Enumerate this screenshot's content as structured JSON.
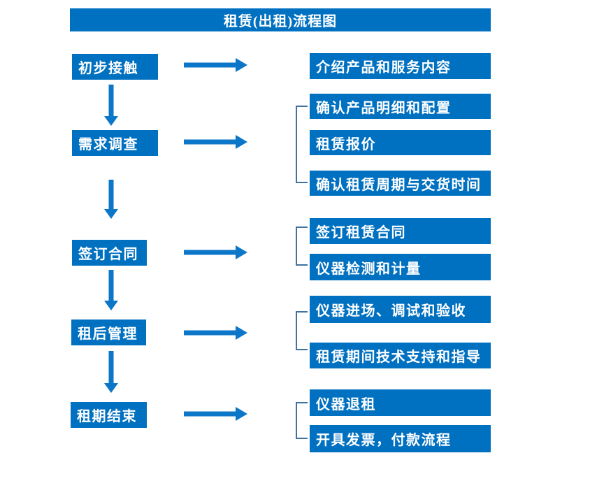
{
  "title": "租赁(出租)流程图",
  "colors": {
    "box_fill": "#0070C0",
    "arrow_fill": "#0C76C8",
    "bracket_stroke": "#41719C",
    "text": "#FFFFFF",
    "background": "#FFFFFF"
  },
  "stages": [
    {
      "label": "初步接触",
      "outputs": [
        "介绍产品和服务内容"
      ]
    },
    {
      "label": "需求调查",
      "outputs": [
        "确认产品明细和配置",
        "租赁报价",
        "确认租赁周期与交货时间"
      ]
    },
    {
      "label": "签订合同",
      "outputs": [
        "签订租赁合同",
        "仪器检测和计量"
      ]
    },
    {
      "label": "租后管理",
      "outputs": [
        "仪器进场、调试和验收",
        "租赁期间技术支持和指导"
      ]
    },
    {
      "label": "租期结束",
      "outputs": [
        "仪器退租",
        "开具发票，付款流程"
      ]
    }
  ]
}
